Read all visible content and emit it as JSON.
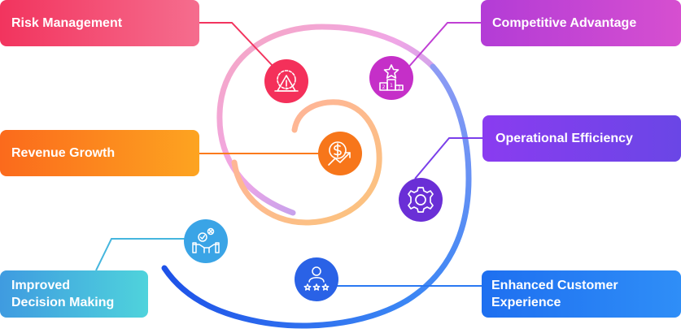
{
  "labels": {
    "risk": "Risk Management",
    "revenue": "Revenue Growth",
    "decision_line1": "Improved",
    "decision_line2": "Decision Making",
    "competitive": "Competitive Advantage",
    "operational": "Operational Efficiency",
    "customer_line1": "Enhanced Customer",
    "customer_line2": "Experience"
  },
  "icons": {
    "risk": "warning-gear-icon",
    "competitive": "podium-star-icon",
    "revenue": "dollar-growth-icon",
    "operational": "gear-icon",
    "decision": "decision-handshake-icon",
    "customer": "user-rating-stars-icon"
  },
  "colors": {
    "risk": "#f2345e",
    "revenue": "#fb7a1c",
    "decision": "#45b6de",
    "competitive": "#c03fd4",
    "operational": "#7a3fea",
    "customer": "#2a78f2",
    "icon_risk": "#f4305a",
    "icon_competitive": "#c52fc8",
    "icon_revenue": "#f7761a",
    "icon_operational": "#6a2fd6",
    "icon_decision": "#3aa4e6",
    "icon_customer": "#2a62e6"
  }
}
